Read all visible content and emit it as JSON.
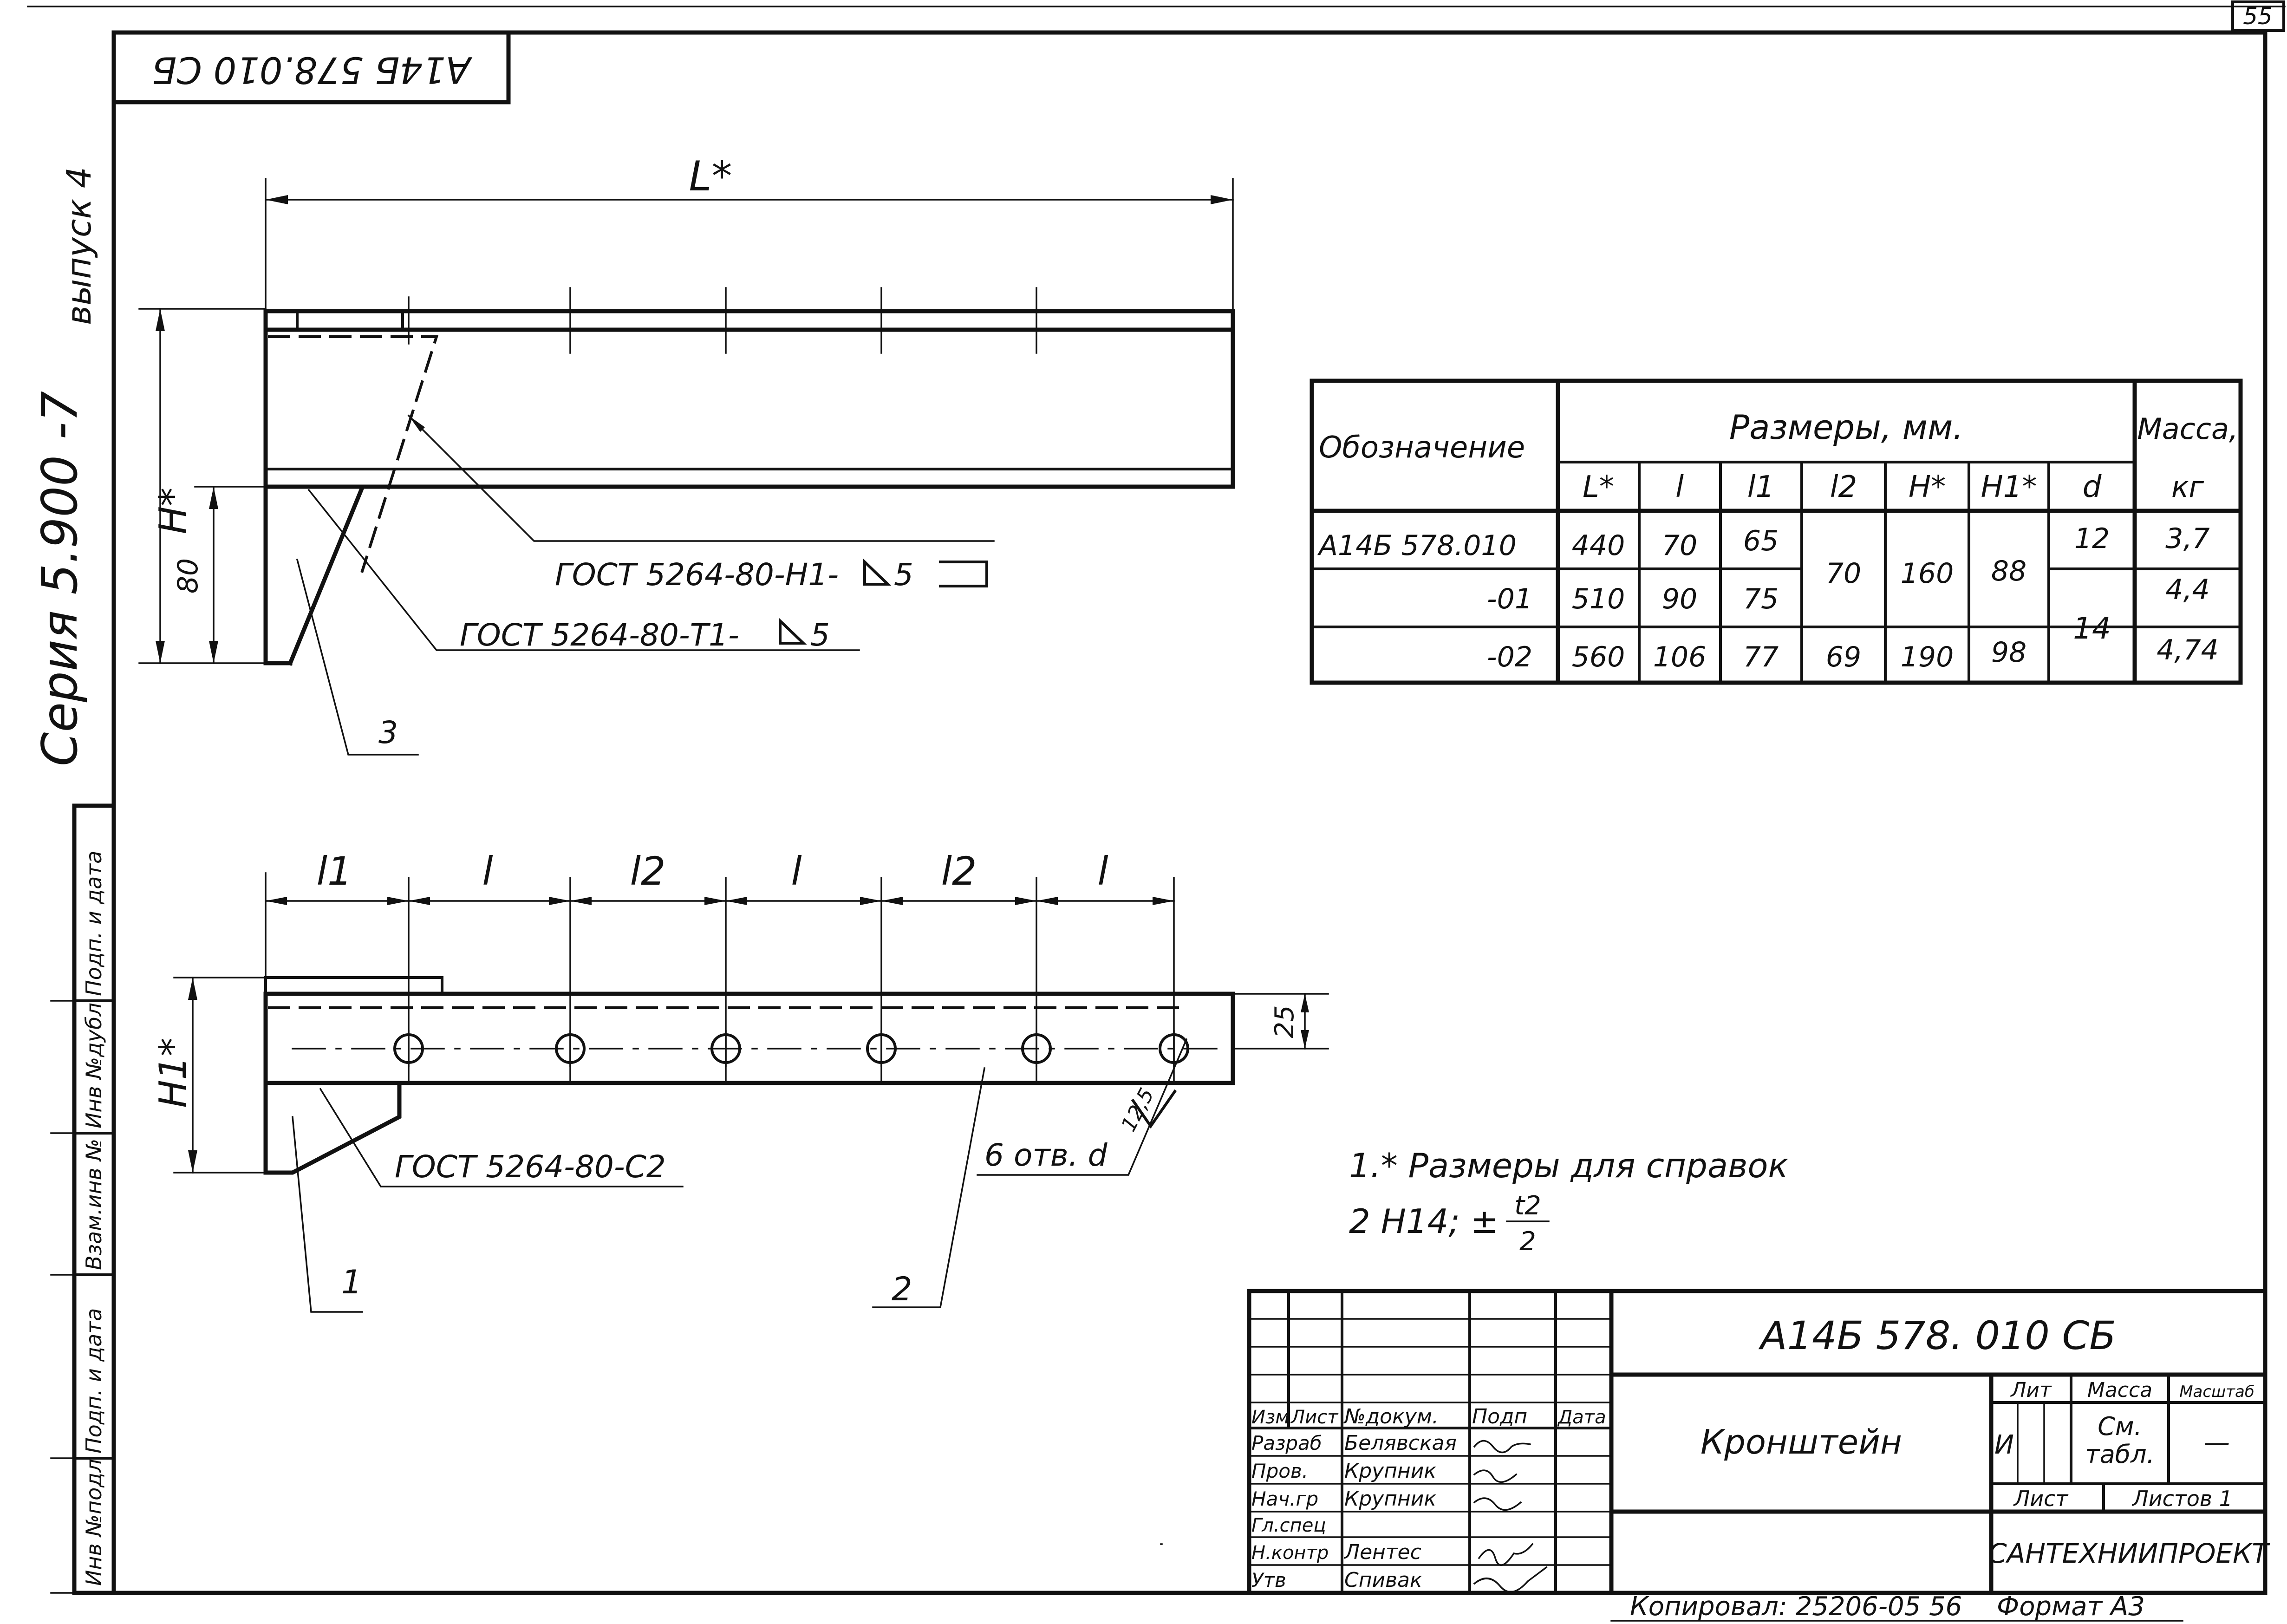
{
  "page_number": "55",
  "top_stamp": "А14Б 578.010 СБ",
  "side": {
    "series": "Серия 5.900 -7",
    "issue": "выпуск 4"
  },
  "side_stamp": [
    "Инв №подл",
    "Подп. и дата",
    "Взам.инв №",
    "Инв №дубл",
    "Подп. и дата"
  ],
  "dims": {
    "L_star": "L*",
    "H_star": "H*",
    "H1_star": "H1*",
    "eighty": "80",
    "twentyfive": "25",
    "roughness": "12,5",
    "l1": "l1",
    "l": "l",
    "l2": "l2"
  },
  "welds": {
    "h1": "ГОСТ 5264-80-Н1-",
    "h1_leg": "5",
    "t1": "ГОСТ 5264-80-Т1-",
    "t1_leg": "5",
    "c2": "ГОСТ 5264-80-С2"
  },
  "callouts": {
    "p1": "1",
    "p2": "2",
    "p3": "3",
    "holes": "6 отв. d"
  },
  "notes": [
    "1.* Размеры для справок",
    "2  H14; ±",
    "t2",
    "2"
  ],
  "table": {
    "col_designation": "Обозначение",
    "col_sizes": "Размеры, мм.",
    "col_mass": "Масса,",
    "col_mass_unit": "кг",
    "sub_headers": [
      "L*",
      "l",
      "l1",
      "l2",
      "H*",
      "H1*",
      "d"
    ],
    "rows": [
      {
        "designation": "А14Б 578.010",
        "L": "440",
        "l": "70",
        "l1": "65",
        "mass": "3,7"
      },
      {
        "designation": "-01",
        "L": "510",
        "l": "90",
        "l1": "75",
        "mass": "4,4"
      },
      {
        "designation": "-02",
        "L": "560",
        "l": "106",
        "l1": "77",
        "l2": "69",
        "H": "190",
        "H1": "98",
        "mass": "4,74"
      }
    ],
    "merged": {
      "l2": "70",
      "H": "160",
      "H1": "88",
      "d1": "12",
      "d2": "14"
    }
  },
  "title_block": {
    "code": "А14Б 578. 010 СБ",
    "name": "Кронштейн",
    "col_heads": [
      "Изм",
      "Лист",
      "№докум.",
      "Подп",
      "Дата"
    ],
    "people": [
      {
        "role": "Разраб",
        "name": "Белявская"
      },
      {
        "role": "Пров.",
        "name": "Крупник"
      },
      {
        "role": "Нач.гр",
        "name": "Крупник"
      },
      {
        "role": "Гл.спец",
        "name": ""
      },
      {
        "role": "Н.контр",
        "name": "Лентес"
      },
      {
        "role": "Утв",
        "name": "Спивак"
      }
    ],
    "lit_head": "Лит",
    "mass_head": "Масса",
    "scale_head": "Масштаб",
    "lit_value": "И",
    "mass_value_1": "См.",
    "mass_value_2": "табл.",
    "scale_value": "—",
    "sheet_label": "Лист",
    "sheets_label": "Листов 1",
    "org": "САНТЕХНИИПРОЕКТ"
  },
  "footer": {
    "copied": "Копировал: 25206-05  56",
    "format": "Формат А3"
  }
}
